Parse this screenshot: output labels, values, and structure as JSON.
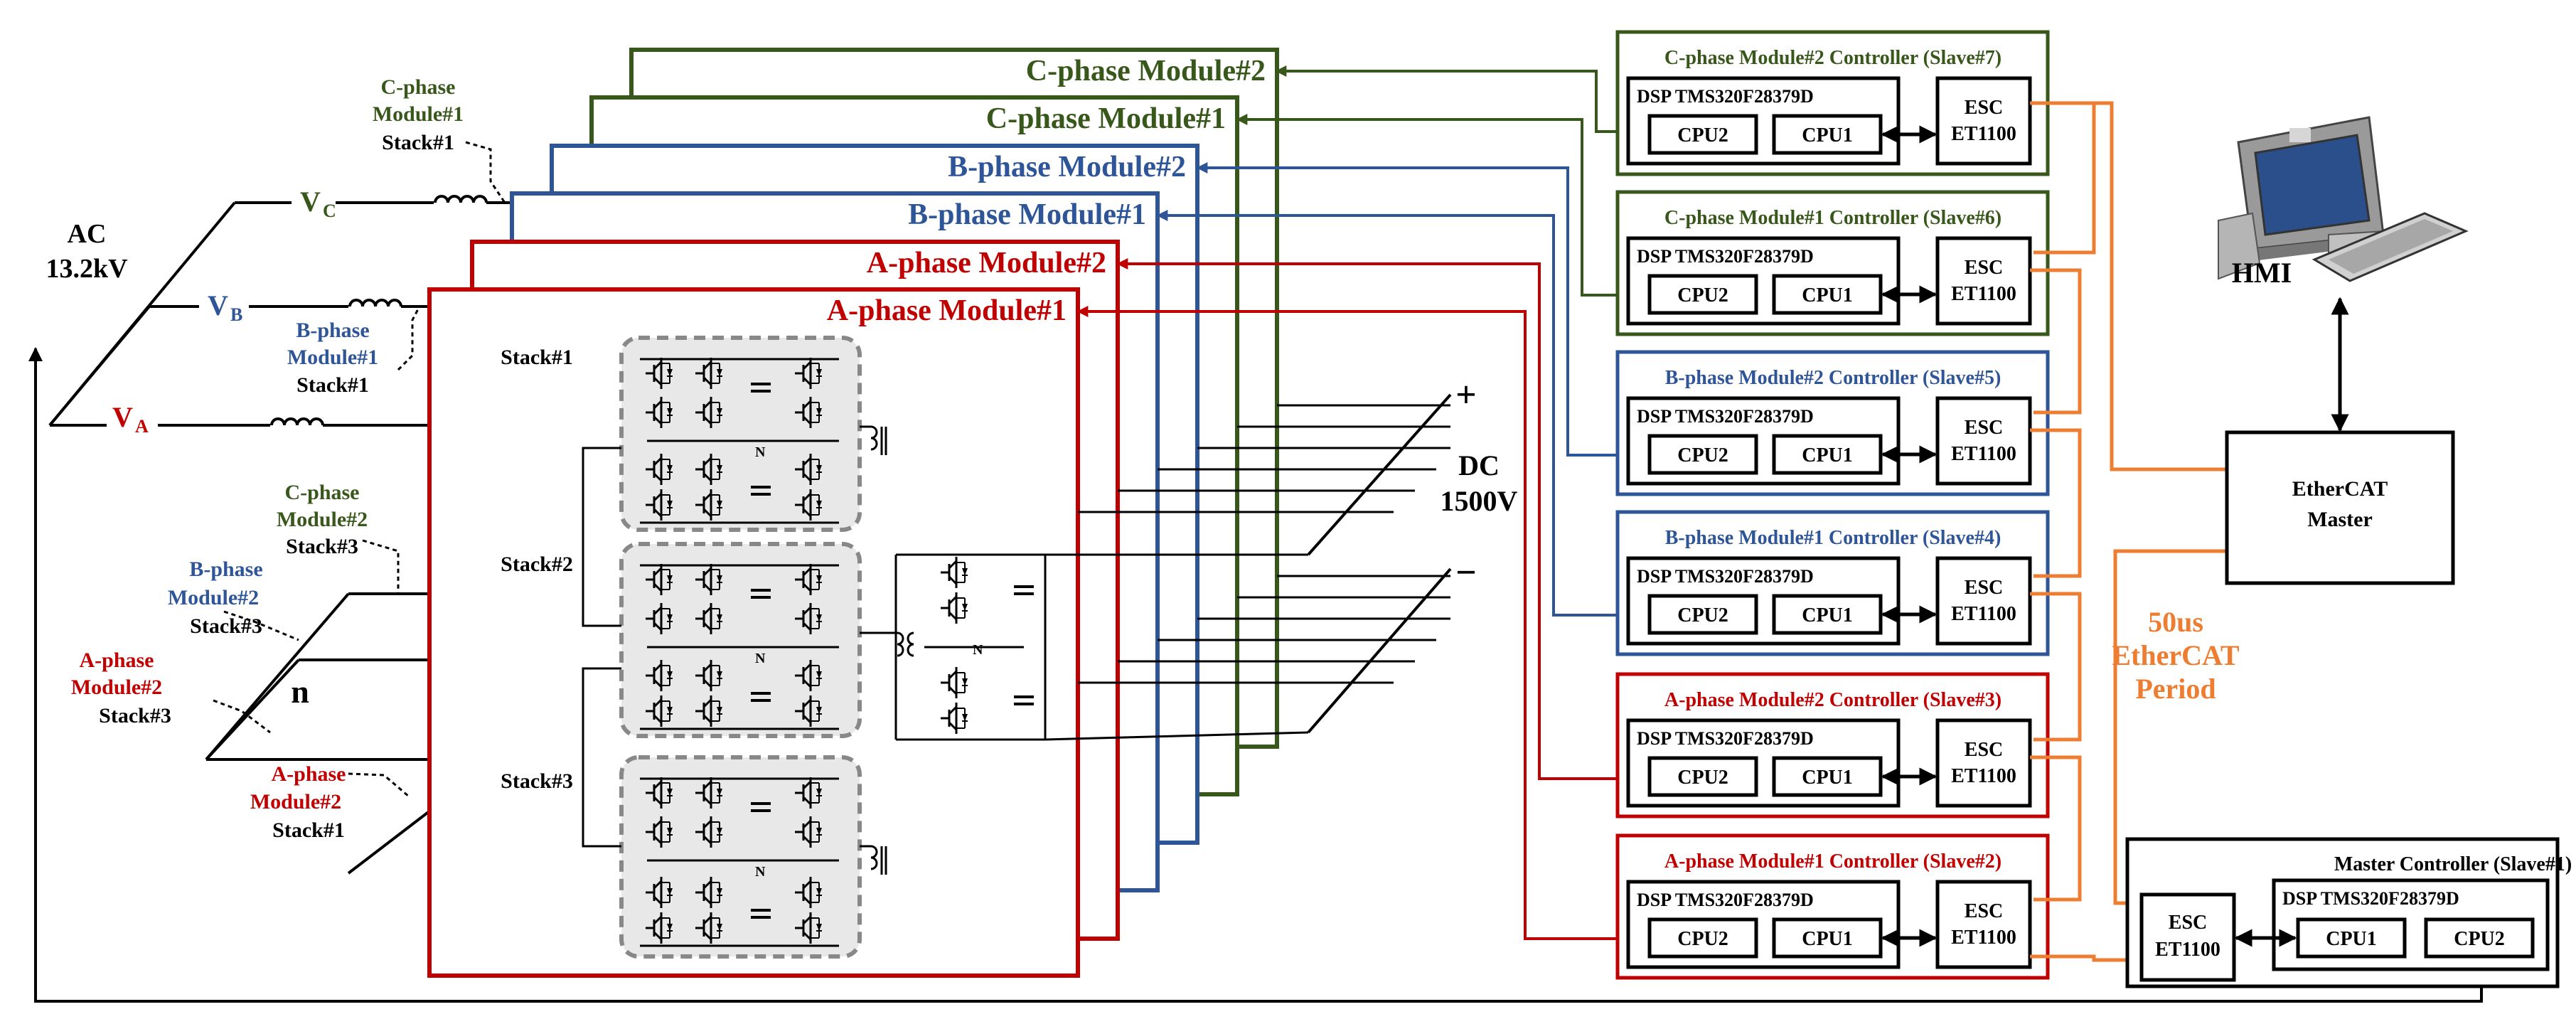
{
  "colors": {
    "a_phase": "#c00000",
    "b_phase": "#2e5597",
    "c_phase": "#38571a",
    "ethercat": "#ed7d31",
    "black": "#000000"
  },
  "ac_source": {
    "title": "AC",
    "voltage": "13.2kV",
    "va_label": "V",
    "va_sub": "A",
    "vb_label": "V",
    "vb_sub": "B",
    "vc_label": "V",
    "vc_sub": "C"
  },
  "grid_labels": {
    "c_top": [
      "C-phase",
      "Module#1",
      "Stack#1"
    ],
    "b_top": [
      "B-phase",
      "Module#1",
      "Stack#1"
    ],
    "c_mid": [
      "C-phase",
      "Module#2",
      "Stack#3"
    ],
    "b_mid": [
      "B-phase",
      "Module#2",
      "Stack#3"
    ],
    "a_mid": [
      "A-phase",
      "Module#2",
      "Stack#3"
    ],
    "a_bot": [
      "A-phase",
      "Module#2",
      "Stack#1"
    ],
    "neutral": "n"
  },
  "modules": [
    {
      "label": "C-phase Module#2",
      "phase": "c"
    },
    {
      "label": "C-phase Module#1",
      "phase": "c"
    },
    {
      "label": "B-phase Module#2",
      "phase": "b"
    },
    {
      "label": "B-phase Module#1",
      "phase": "b"
    },
    {
      "label": "A-phase Module#2",
      "phase": "a"
    },
    {
      "label": "A-phase Module#1",
      "phase": "a"
    }
  ],
  "stacks": [
    "Stack#1",
    "Stack#2",
    "Stack#3"
  ],
  "dc": {
    "plus": "+",
    "minus": "−",
    "title": "DC",
    "voltage": "1500V"
  },
  "controllers": [
    {
      "title": "C-phase Module#2 Controller (Slave#7)",
      "phase": "c"
    },
    {
      "title": "C-phase Module#1 Controller (Slave#6)",
      "phase": "c"
    },
    {
      "title": "B-phase Module#2 Controller (Slave#5)",
      "phase": "b"
    },
    {
      "title": "B-phase Module#1 Controller (Slave#4)",
      "phase": "b"
    },
    {
      "title": "A-phase Module#2 Controller (Slave#3)",
      "phase": "a"
    },
    {
      "title": "A-phase Module#1 Controller (Slave#2)",
      "phase": "a"
    }
  ],
  "controller_parts": {
    "dsp": "DSP TMS320F28379D",
    "cpu2": "CPU2",
    "cpu1": "CPU1",
    "esc": "ESC",
    "esc_chip": "ET1100"
  },
  "master": {
    "title": "Master Controller (Slave#1)",
    "dsp": "DSP TMS320F28379D",
    "esc": "ESC",
    "esc_chip": "ET1100",
    "cpu1": "CPU1",
    "cpu2": "CPU2"
  },
  "ethercat_master": {
    "line1": "EtherCAT",
    "line2": "Master"
  },
  "hmi": {
    "label": "HMI",
    "icon": "computer-icon"
  },
  "period": {
    "line1": "50us",
    "line2": "EtherCAT",
    "line3": "Period"
  },
  "icons": {
    "inductor": "inductor-icon",
    "igbt": "igbt-switch-icon",
    "transformer": "transformer-icon",
    "capacitor": "capacitor-icon"
  }
}
